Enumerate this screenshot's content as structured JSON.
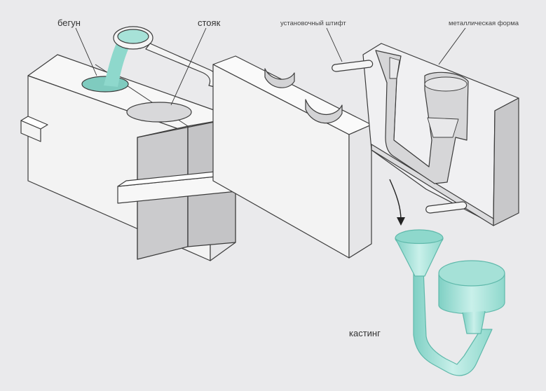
{
  "labels": {
    "runner": "бегун",
    "sprue": "стояк",
    "locating_pin": "установочный штифт",
    "metal_mold": "металлическая форма",
    "casting": "кастинг"
  },
  "colors": {
    "background": "#eaeaec",
    "mold_light": "#f7f7f7",
    "mold_dark": "#c8c8ca",
    "metal": "#99d9cf",
    "outline": "#3c3c3c"
  }
}
